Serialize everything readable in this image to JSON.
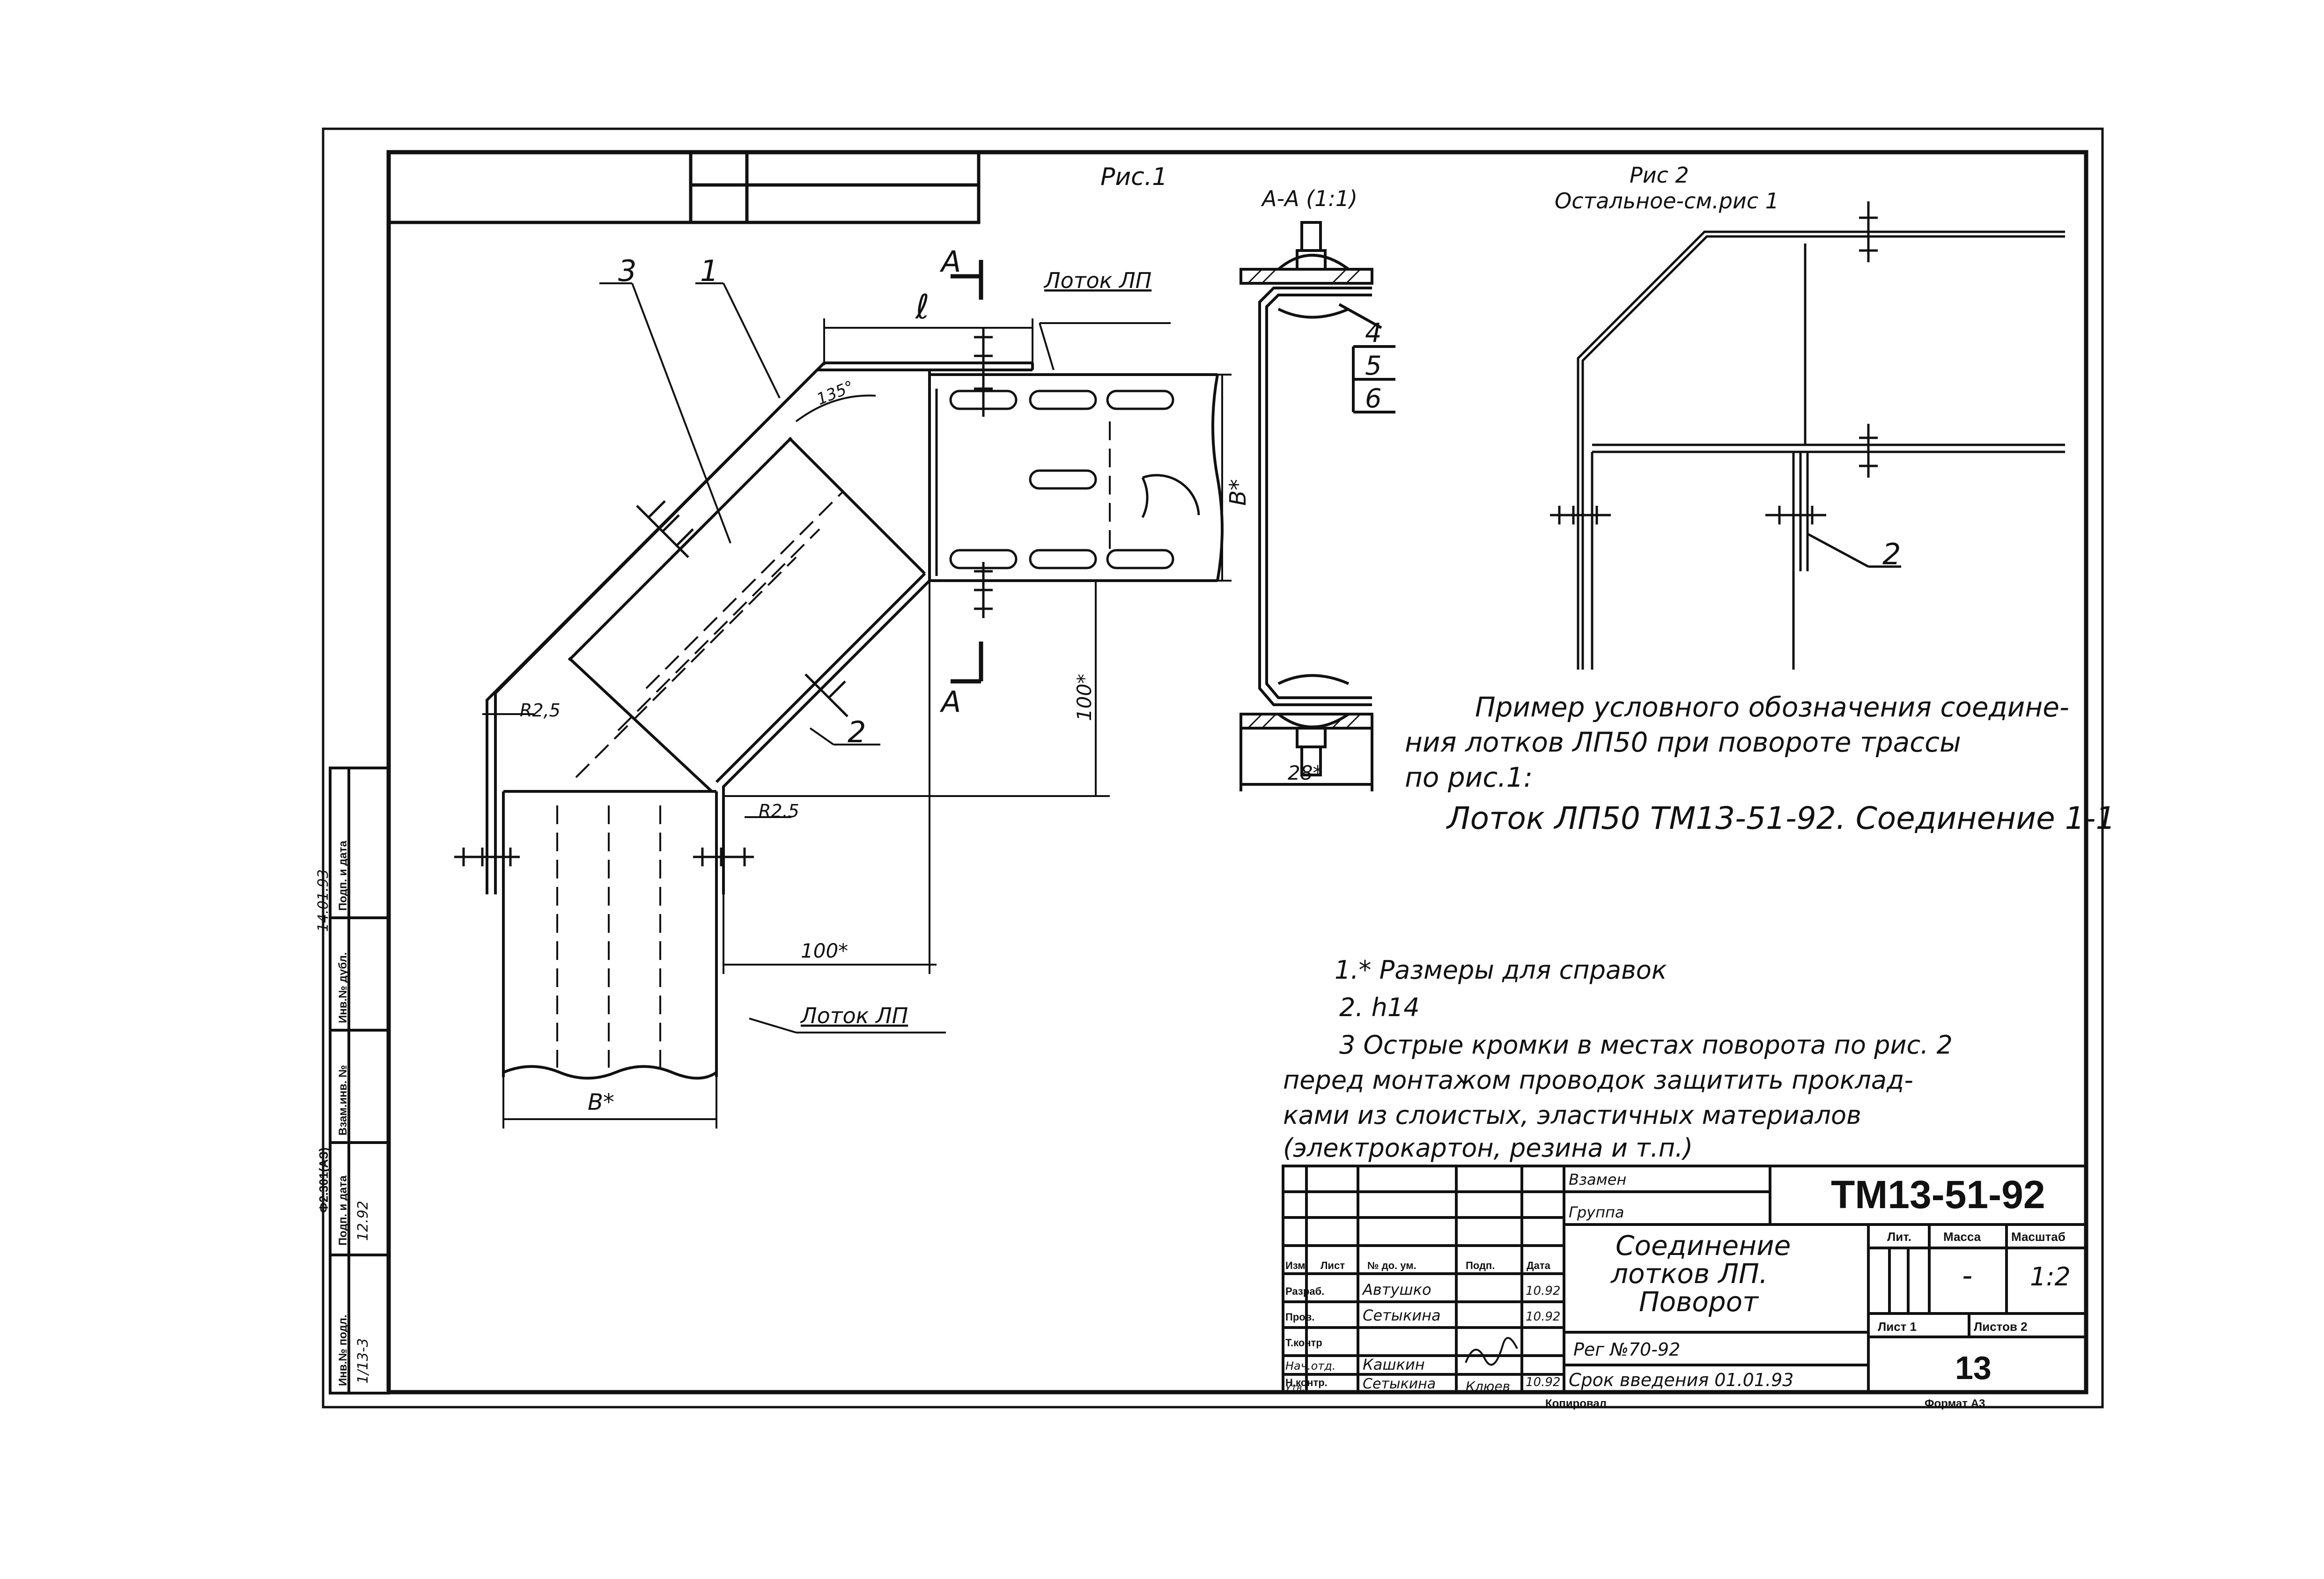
{
  "figure1": {
    "title": "Рис.1",
    "lotok_top": "Лоток ЛП",
    "lotok_bottom": "Лоток ЛП",
    "dim_l": "ℓ",
    "angle": "135°",
    "radius_outer": "R2,5",
    "radius_inner": "R2.5",
    "dim_b_right": "В*",
    "dim_b_bottom": "В*",
    "dim_100_vertical": "100*",
    "dim_100_horizontal": "100*",
    "pos1": "1",
    "pos2": "2",
    "pos3": "3",
    "cut_a": "А",
    "cut_a2": "А"
  },
  "section": {
    "title": "А-А (1:1)",
    "pos4": "4",
    "pos5": "5",
    "pos6": "6",
    "dim_28": "28*"
  },
  "figure2": {
    "title": "Рис 2",
    "subtitle": "Остальное-см.рис 1",
    "pos2": "2"
  },
  "example": {
    "line1": "Пример условного обозначения соедине-",
    "line2": "ния лотков ЛП50 при повороте трассы",
    "line3": "по рис.1:",
    "designation": "Лоток ЛП50 ТМ13-51-92. Соединение 1-1"
  },
  "notes": {
    "n1": "1.* Размеры для справок",
    "n2": "2. h14",
    "n3_line1": "3 Острые кромки в местах поворота по рис. 2",
    "n3_line2": "перед монтажом проводок защитить проклад-",
    "n3_line3": "ками из слоистых, эластичных материалов",
    "n3_line4": "(электрокартон, резина и т.п.)"
  },
  "side_stamp": {
    "inv_podl": "Инв.№ подл.",
    "podp_data": "Подп. и дата",
    "vzam_inv": "Взам.инв. №",
    "inv_dubl": "Инв.№ дубл.",
    "podp_data2": "Подп. и дата",
    "form": "Ф2.301(АЗ)",
    "inv_value": "1/13-3",
    "date_value": "12.92",
    "sign_value": "14.01.93"
  },
  "title_block": {
    "vzamen": "Взамен",
    "gruppa": "Группа",
    "doc_number": "ТМ13-51-92",
    "doc_title_1": "Соединение",
    "doc_title_2": "лотков ЛП.",
    "doc_title_3": "Поворот",
    "reg": "Рег №70-92",
    "srok": "Срок введения 01.01.93",
    "col_izm": "Изм",
    "col_list": "Лист",
    "col_doc": "№ до. ум.",
    "col_podp": "Подп.",
    "col_data": "Дата",
    "row_razrab": "Разраб.",
    "row_prov": "Пров.",
    "row_tkontr": "Т.контр",
    "row_nachotd": "Нач.отд.",
    "row_nkontr": "Н.контр.",
    "row_utv": "Утв.",
    "name_razrab": "Автушко",
    "name_prov": "Сетыкина",
    "name_nachotd": "Кашкин",
    "name_nkontr": "Сетыкина",
    "name_utv": "Клюев",
    "date_razrab": "10.92",
    "date_prov": "10.92",
    "date_nkontr": "10.92",
    "lit": "Лит.",
    "massa": "Масса",
    "masshtab": "Масштаб",
    "massa_value": "-",
    "scale_value": "1:2",
    "list": "Лист 1",
    "listov": "Листов 2",
    "sheet_number": "13",
    "kopiroval": "Копировал",
    "format": "Формат А3"
  }
}
